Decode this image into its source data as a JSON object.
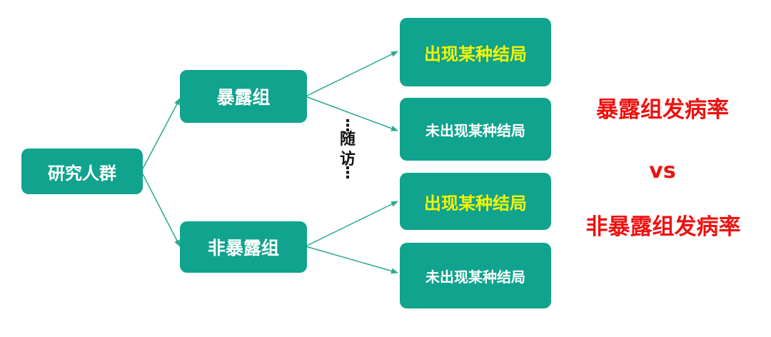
{
  "diagram": {
    "node_color": "#10a38d",
    "arrow_color": "#2aa890",
    "root": {
      "label": "研究人群"
    },
    "groups": [
      {
        "label": "暴露组"
      },
      {
        "label": "非暴露组"
      }
    ],
    "outcomes": [
      {
        "label": "出现某种结局"
      },
      {
        "label": "未出现某种结局"
      },
      {
        "label": "出现某种结局"
      },
      {
        "label": "未出现某种结局"
      }
    ],
    "followup": {
      "dots_top": "⋮",
      "chars": [
        "随",
        "访"
      ],
      "dots_bottom": "⋮"
    },
    "comparison": {
      "line1": "暴露组发病率",
      "vs": "vs",
      "line2": "非暴露组发病率",
      "color": "#ee1111"
    }
  }
}
